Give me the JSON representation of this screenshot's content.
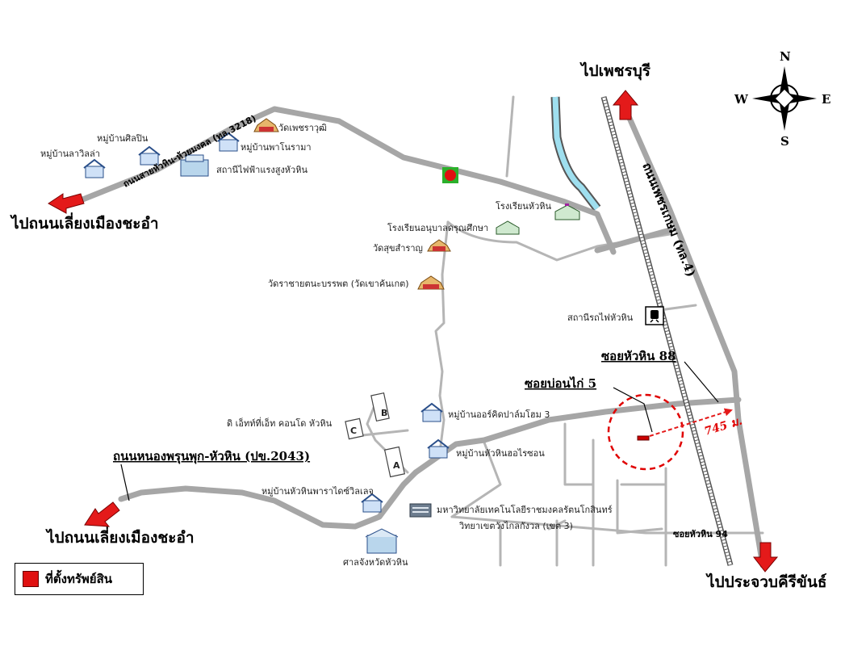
{
  "destinations": {
    "phetchaburi": "ไปเพชรบุรี",
    "chaam_bypass_top": "ไปถนนเลี่ยงเมืองชะอำ",
    "chaam_bypass_bottom": "ไปถนนเลี่ยงเมืองชะอำ",
    "prachuap": "ไปประจวบคีรีขันธ์"
  },
  "roads": {
    "phetkasem": "ถนนเพชรเกษม (ทล.4)",
    "huay_mongkol": "ถนนสายหัวหิน-ห้วยมงคล (ทล.3218)",
    "nong_phrong": "ถนนหนองพรุนพุก-หัวหิน (ปข.2043)",
    "soi_88": "ซอยหัวหิน 88",
    "soi_bokai": "ซอยบ่อนไก่ 5",
    "soi_94": "ซอยหัวหิน 94"
  },
  "places": {
    "wat_phetcharawut": "วัดเพชราวุฒิ",
    "village_silapin": "หมู่บ้านศิลปิน",
    "village_panorama": "หมู่บ้านพาโนรามา",
    "village_lavilla": "หมู่บ้านลาวิลล่า",
    "power_station": "สถานีไฟฟ้าแรงสูงหัวหิน",
    "school_huahin": "โรงเรียนหัวหิน",
    "kindergarten": "โรงเรียนอนุบาลดรุณศึกษา",
    "wat_sukaram": "วัดสุขสำราญ",
    "wat_khao": "วัดราชายตนะบรรพต (วัดเขาค้นเกต)",
    "railway_station": "สถานีรถไฟหัวหิน",
    "condo": "ดิ เอ็ทท์ที่เอ็ท คอนโด หัวหิน",
    "village_orchid": "หมู่บ้านออร์คิดปาล์มโฮม 3",
    "village_horizon": "หมู่บ้านหัวหินฮอไรซอน",
    "village_paradise": "หมู่บ้านหัวหินพาราไดซ์วิลเลจ",
    "university": "มหาวิทยาลัยเทคโนโลยีราชมงคลรัตนโกสินทร์",
    "university_campus": "วิทยาเขตวังไกลกังวล (เขต 3)",
    "court": "ศาลจังหวัดหัวหิน"
  },
  "block_labels": [
    "A",
    "B",
    "C"
  ],
  "distance": "745 ม.",
  "compass": {
    "n": "N",
    "s": "S",
    "e": "E",
    "w": "W"
  },
  "legend": {
    "label": "ที่ตั้งทรัพย์สิน"
  },
  "colors": {
    "main_road": "#a6a6a6",
    "minor_road": "#b5b5b5",
    "arrow": "#e41a1a",
    "property": "#e01010",
    "canal": "#9fdfef",
    "railway": "#555555"
  }
}
